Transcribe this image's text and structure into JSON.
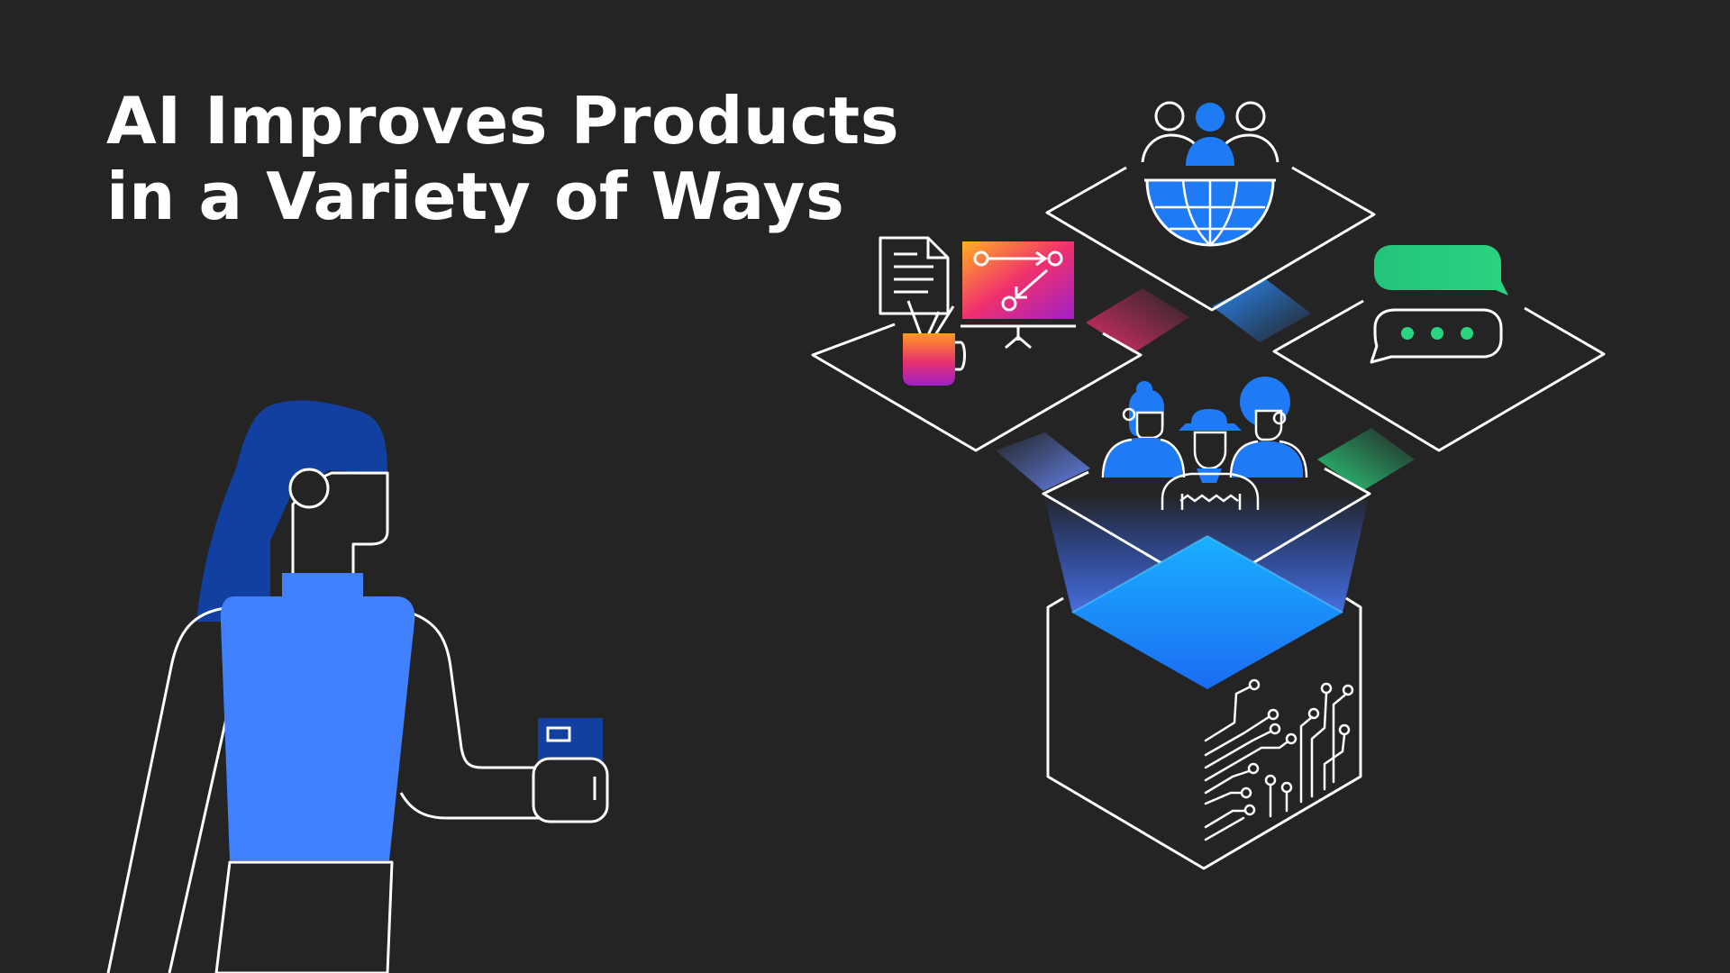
{
  "headline": {
    "line1": "AI Improves Products",
    "line2": "in a Variety of Ways"
  },
  "colors": {
    "background": "#242424",
    "stroke": "#ffffff",
    "blue_primary": "#1e7bf5",
    "blue_dark": "#1240a0",
    "blue_light": "#4180ff",
    "blue_bright": "#1ab0ff",
    "green": "#2bd47f",
    "pink": "#e8306e",
    "orange": "#ffb020",
    "purple": "#a020c8"
  },
  "icons": [
    "person-with-phone-illustration",
    "global-team-icon",
    "globe-icon",
    "document-icon",
    "pencil-cup-icon",
    "presentation-board-icon",
    "chat-bubbles-icon",
    "people-group-icon",
    "ai-box-icon",
    "circuit-icon"
  ]
}
